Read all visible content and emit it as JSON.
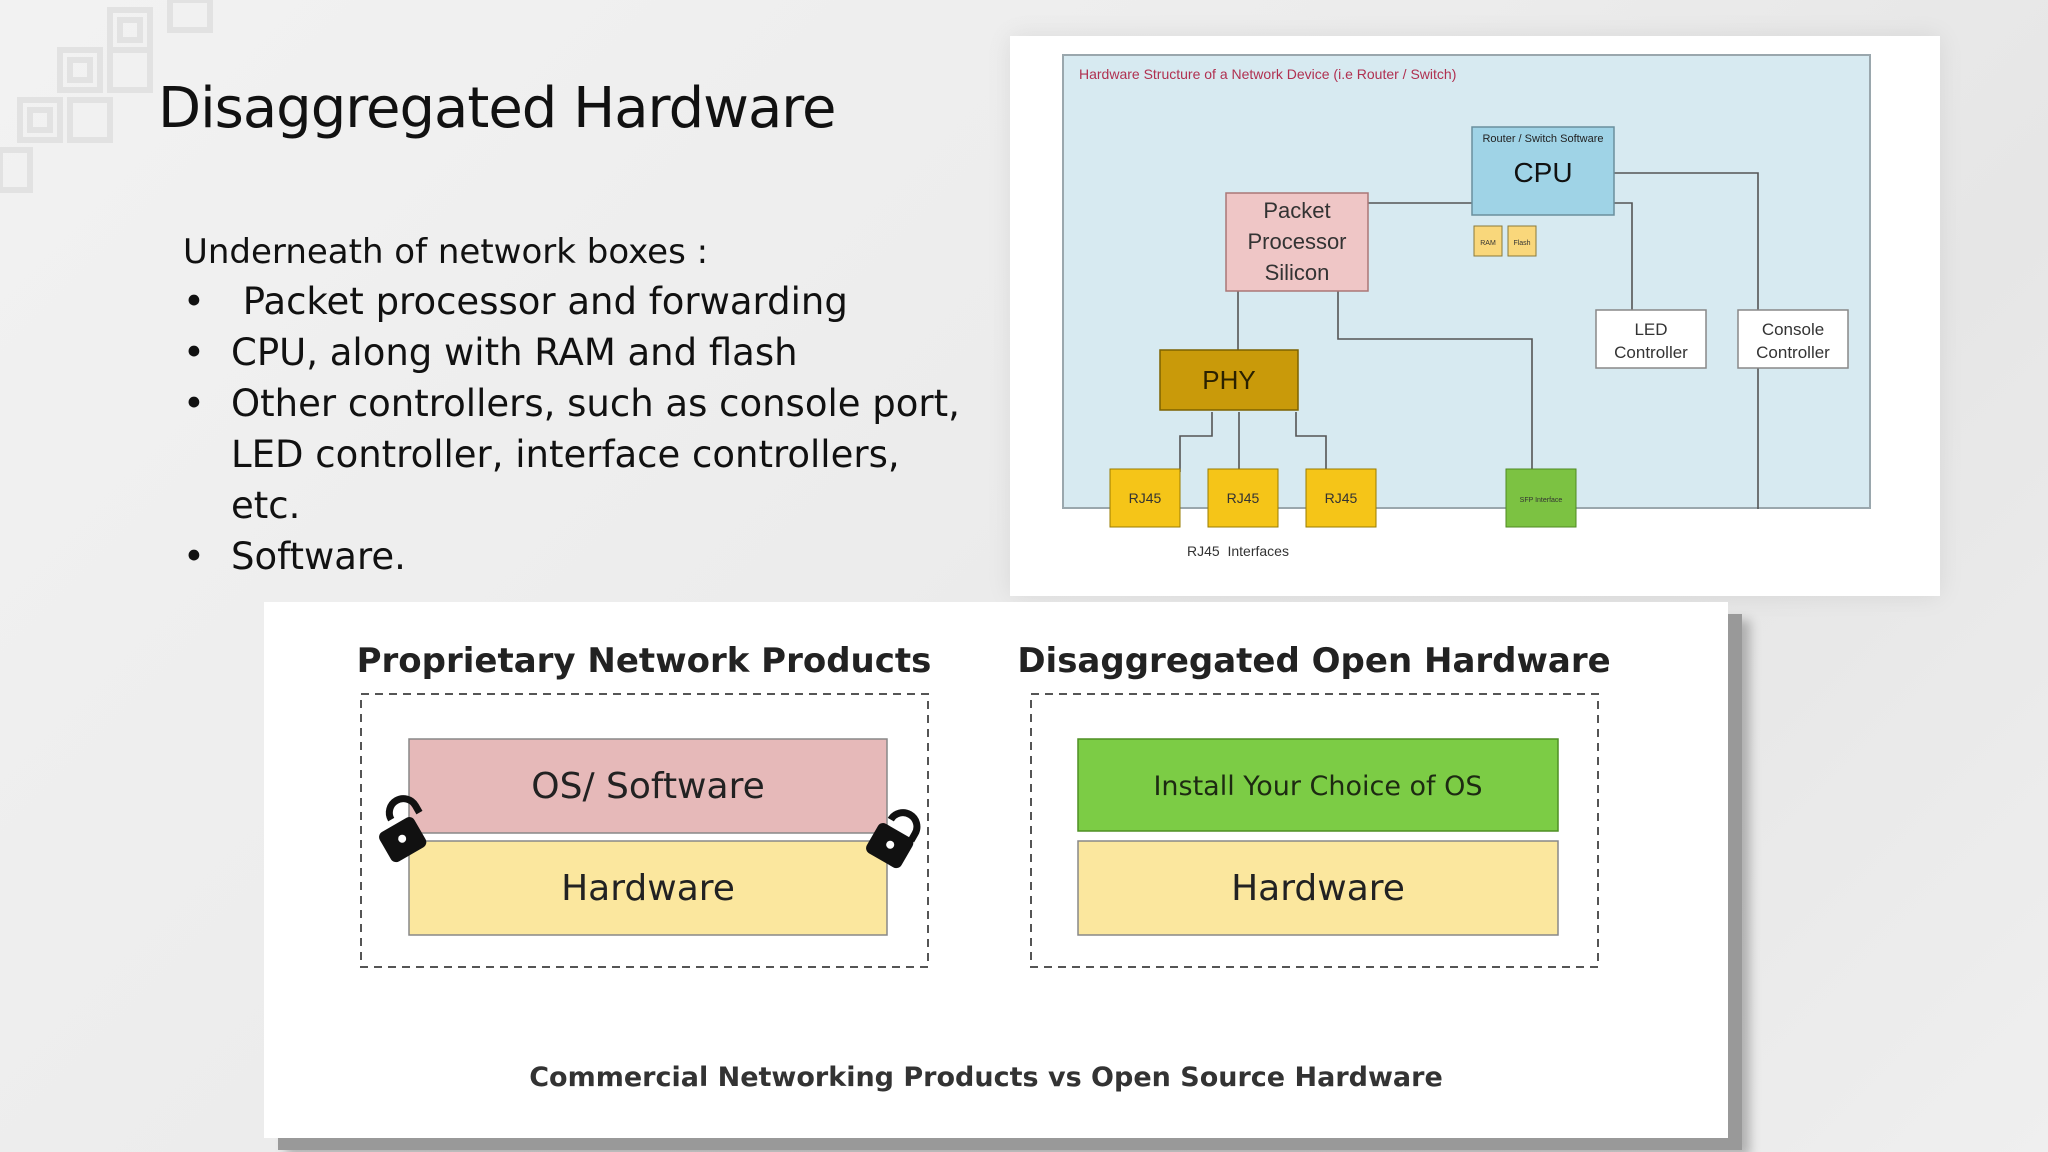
{
  "slide": {
    "title": "Disaggregated Hardware",
    "intro": "Underneath of network boxes :",
    "bullet_char": "•",
    "bullets": [
      " Packet processor and forwarding",
      "CPU, along with RAM and flash",
      "Other controllers, such as console port, LED controller, interface controllers, etc.",
      "Software."
    ]
  },
  "hw_diagram": {
    "title": "Hardware Structure of a Network Device (i.e Router / Switch)",
    "cpu_caption": "Router / Switch Software",
    "cpu_label": "CPU",
    "ram_label": "RAM",
    "flash_label": "Flash",
    "packet_processor_lines": [
      "Packet",
      "Processor",
      "Silicon"
    ],
    "phy_label": "PHY",
    "led_lines": [
      "LED",
      "Controller"
    ],
    "console_lines": [
      "Console",
      "Controller"
    ],
    "rj45_labels": [
      "RJ45",
      "RJ45",
      "RJ45"
    ],
    "sfp_label": "SFP Interface",
    "rj45_caption": "RJ45  Interfaces",
    "colors": {
      "panel_bg": "#d7eaf1",
      "cpu": "#9fd3e6",
      "packet_processor": "#efc6c6",
      "phy": "#c99a0a",
      "rj45": "#f5c518",
      "sfp": "#7cc242",
      "title": "#b03050"
    }
  },
  "comparison": {
    "left_title": "Proprietary Network Products",
    "left_os": "OS/ Software",
    "left_hw": "Hardware",
    "right_title": "Disaggregated Open Hardware",
    "right_os": "Install Your Choice of OS",
    "right_hw": "Hardware",
    "caption": "Commercial Networking Products vs Open Source Hardware",
    "lock_icons": [
      "lock-icon",
      "lock-icon"
    ],
    "colors": {
      "os_proprietary": "#e6b9b9",
      "os_open": "#7ccc45",
      "hardware": "#fbe79e"
    }
  }
}
